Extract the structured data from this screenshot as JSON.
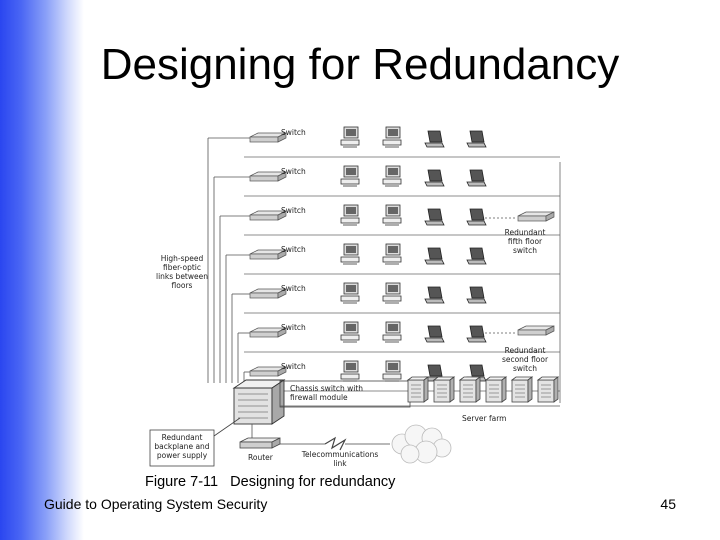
{
  "slide": {
    "title": "Designing for Redundancy",
    "caption_label": "Figure 7-11",
    "caption_text": "Designing for redundancy",
    "footer": "Guide to Operating System Security",
    "page_number": "45"
  },
  "diagram": {
    "switch_label": "Switch",
    "floor_switch_count": 7,
    "workstations_per_floor": 4,
    "fiber_label": [
      "High-speed",
      "fiber-optic",
      "links between",
      "floors"
    ],
    "redundant_fifth": [
      "Redundant",
      "fifth floor",
      "switch"
    ],
    "redundant_second": [
      "Redundant",
      "second floor",
      "switch"
    ],
    "chassis_label": [
      "Chassis switch with",
      "firewall module"
    ],
    "backplane_label": [
      "Redundant",
      "backplane and",
      "power supply"
    ],
    "router_label": "Router",
    "telecom_label": [
      "Telecommunications",
      "link"
    ],
    "server_farm_label": "Server farm",
    "server_count": 6
  }
}
